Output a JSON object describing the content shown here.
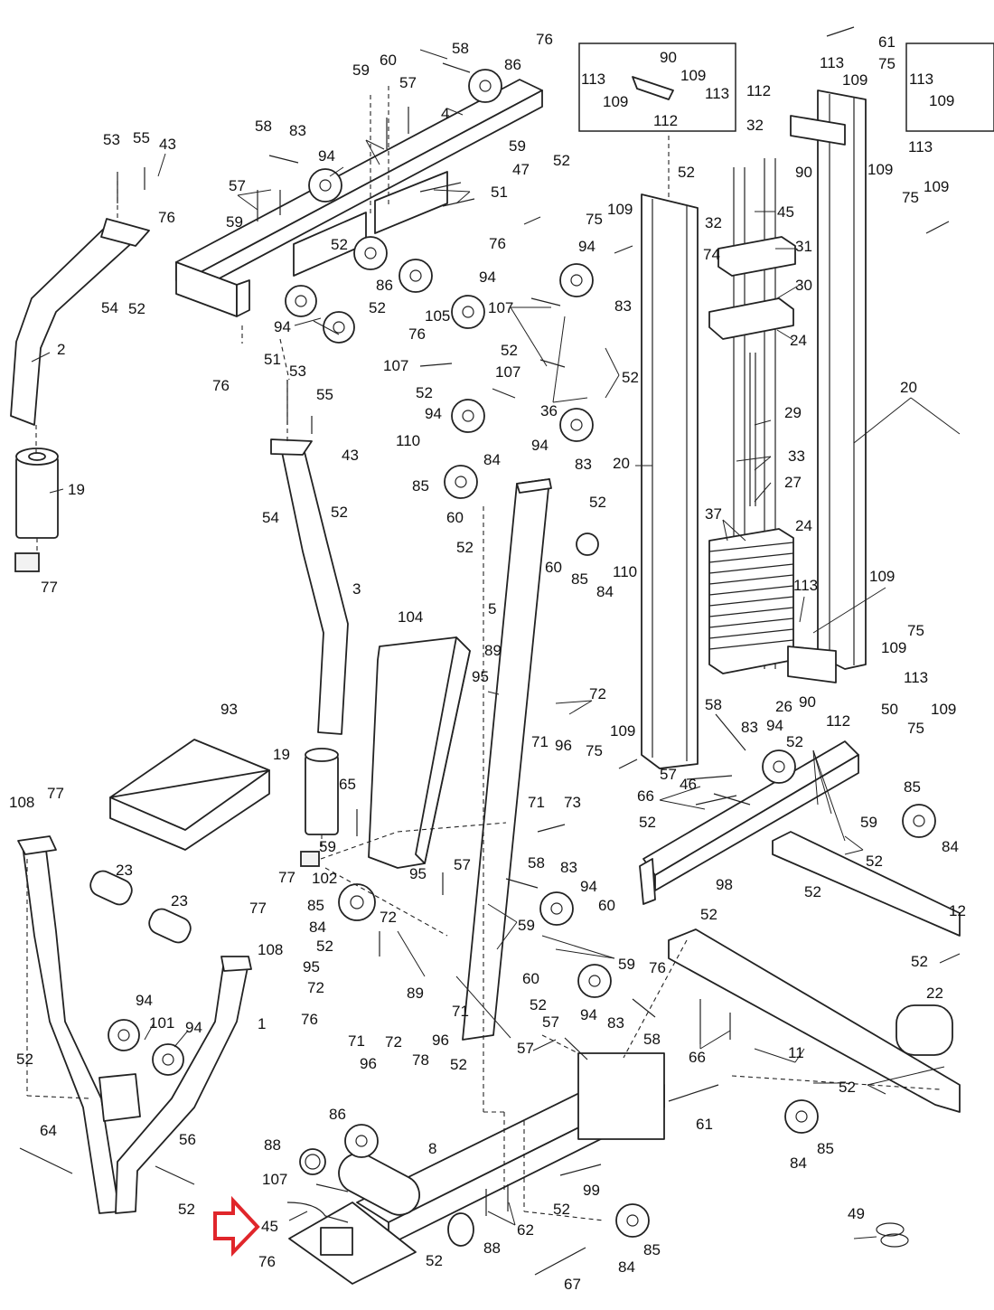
{
  "labels": {
    "l2": "2",
    "l19a": "19",
    "l77a": "77",
    "l53a": "53",
    "l55a": "55",
    "l43a": "43",
    "l76a": "76",
    "l54a": "54",
    "l52a": "52",
    "l58a": "58",
    "l83a": "83",
    "l57a": "57",
    "l59a": "59",
    "l94a": "94",
    "l51a": "51",
    "l76b": "76",
    "l58b": "58",
    "l59b": "59",
    "l60a": "60",
    "l57b": "57",
    "l86a": "86",
    "l76c": "76",
    "l4": "4",
    "l59c": "59",
    "l47": "47",
    "l52b": "52",
    "l51b": "51",
    "l76d": "76",
    "l52c": "52",
    "l86b": "86",
    "l94b": "94",
    "l52d": "52",
    "l76e": "76",
    "l113a": "113",
    "l90a": "90",
    "l109a": "109",
    "l113b": "113",
    "l109b": "109",
    "l112a": "112",
    "l52e": "52",
    "l61a": "61",
    "l113c": "113",
    "l75a": "75",
    "l109c": "109",
    "l112b": "112",
    "l32a": "32",
    "l90b": "90",
    "l113d": "113",
    "l109d": "109",
    "l113e": "113",
    "l109e": "109",
    "l75b": "75",
    "l109f": "109",
    "l32b": "32",
    "l45a": "45",
    "l74": "74",
    "l31": "31",
    "l30": "30",
    "l24a": "24",
    "l20a": "20",
    "l29": "29",
    "l33": "33",
    "l27": "27",
    "l37": "37",
    "l24b": "24",
    "l20b": "20",
    "l75c": "75",
    "l109g": "109",
    "l94c": "94",
    "l83b": "83",
    "l107a": "107",
    "l105": "105",
    "l52f": "52",
    "l107b": "107",
    "l52g": "52",
    "l107c": "107",
    "l36": "36",
    "l52h": "52",
    "l94d": "94",
    "l94e": "94",
    "l83c": "83",
    "l110a": "110",
    "l84a": "84",
    "l85a": "85",
    "l52i": "52",
    "l60b": "60",
    "l52j": "52",
    "l60c": "60",
    "l85b": "85",
    "l84b": "84",
    "l110b": "110",
    "l53b": "53",
    "l55b": "55",
    "l43b": "43",
    "l54b": "54",
    "l52k": "52",
    "l3": "3",
    "l104": "104",
    "l5": "5",
    "l89a": "89",
    "l95a": "95",
    "l72a": "72",
    "l71a": "71",
    "l96a": "96",
    "l93": "93",
    "l19b": "19",
    "l65": "65",
    "l59d": "59",
    "l77b": "77",
    "l71b": "71",
    "l73": "73",
    "l113f": "113",
    "l109h": "109",
    "l75d": "75",
    "l109i": "109",
    "l113g": "113",
    "l26": "26",
    "l90c": "90",
    "l112c": "112",
    "l50": "50",
    "l58c": "58",
    "l83d": "83",
    "l94f": "94",
    "l52l": "52",
    "l109j": "109",
    "l75e": "75",
    "l57c": "57",
    "l46": "46",
    "l66a": "66",
    "l52m": "52",
    "l98": "98",
    "l59e": "59",
    "l52n": "52",
    "l52o": "52",
    "l85c": "85",
    "l84c": "84",
    "l109k": "109",
    "l75f": "75",
    "l108a": "108",
    "l77c": "77",
    "l23a": "23",
    "l23b": "23",
    "l77d": "77",
    "l108b": "108",
    "l1": "1",
    "l94g": "94",
    "l101": "101",
    "l94h": "94",
    "l52p": "52",
    "l64": "64",
    "l56": "56",
    "l52q": "52",
    "l102": "102",
    "l85d": "85",
    "l84d": "84",
    "l52r": "52",
    "l95b": "95",
    "l72b": "72",
    "l76f": "76",
    "l71c": "71",
    "l96b": "96",
    "l72c": "72",
    "l78": "78",
    "l89b": "89",
    "l71d": "71",
    "l96c": "96",
    "l52s": "52",
    "l95c": "95",
    "l57d": "57",
    "l58d": "58",
    "l83e": "83",
    "l94i": "94",
    "l60d": "60",
    "l59f": "59",
    "l59g": "59",
    "l52t": "52",
    "l57e": "57",
    "l60e": "60",
    "l94j": "94",
    "l83f": "83",
    "l58e": "58",
    "l76g": "76",
    "l52u": "52",
    "l66b": "66",
    "l57f": "57",
    "l11": "11",
    "l22": "22",
    "l52v": "52",
    "l52w": "52",
    "l12": "12",
    "l86c": "86",
    "l88a": "88",
    "l107d": "107",
    "l45b": "45",
    "l8": "8",
    "l76h": "76",
    "l52x": "52",
    "l88b": "88",
    "l61b": "61",
    "l99": "99",
    "l62": "62",
    "l52y": "52",
    "l67": "67",
    "l84e": "84",
    "l85e": "85",
    "l84f": "84",
    "l85f": "85",
    "l49": "49"
  },
  "highlight": {
    "part": "45",
    "arrow_color": "#e0262b"
  }
}
